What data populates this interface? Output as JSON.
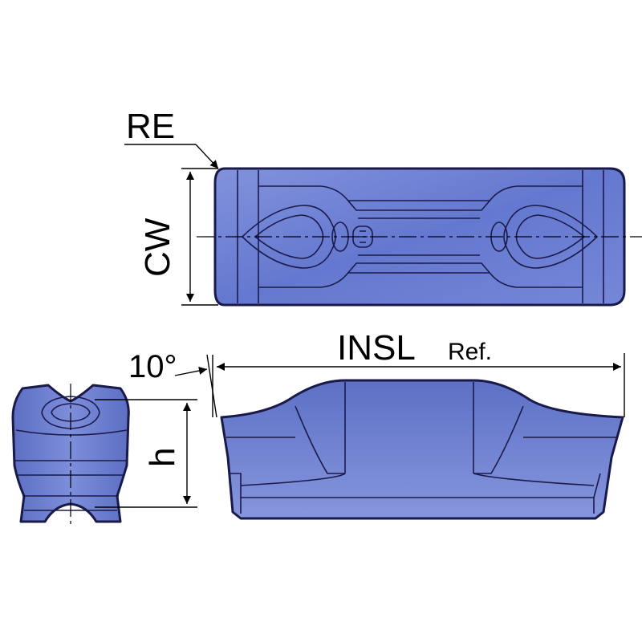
{
  "labels": {
    "re": "RE",
    "cw": "CW",
    "angle": "10°",
    "insl": "INSL",
    "insl_ref": "Ref.",
    "h": "h"
  },
  "colors": {
    "body": "#6f83d6",
    "body_light": "#8e9de4",
    "body_dark": "#4d5fb0",
    "outline": "#1a1a4a"
  }
}
